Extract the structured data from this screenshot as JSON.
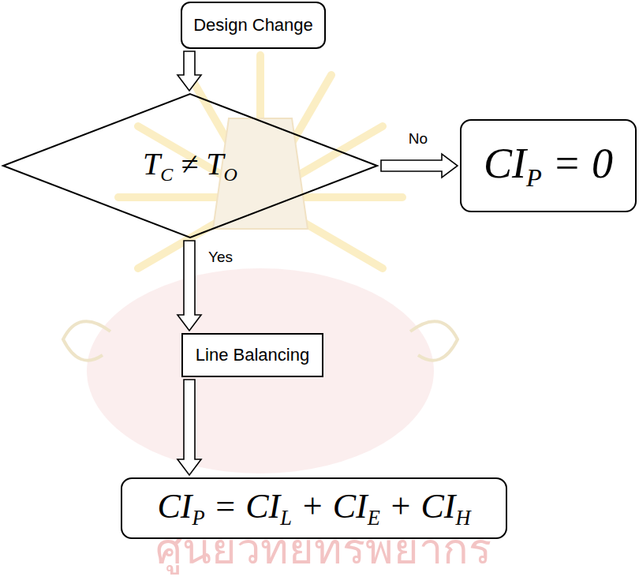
{
  "diagram": {
    "nodes": [
      {
        "text": [
          "Design Change"
        ]
      },
      {
        "text": [
          "TC ≠ TO"
        ]
      },
      {
        "text": [
          "CIP = 0"
        ]
      },
      {
        "text": [
          "Line Balancing"
        ]
      },
      {
        "text": [
          "CIP = CIL + CIE + CIH"
        ]
      }
    ],
    "edges": [
      {
        "from": 0,
        "to": 1,
        "arrow": "to"
      },
      {
        "from": 1,
        "to": 2,
        "label": "No",
        "arrow": "to"
      },
      {
        "from": 1,
        "to": 3,
        "label": "Yes",
        "arrow": "to"
      },
      {
        "from": 3,
        "to": 4,
        "arrow": "to"
      }
    ],
    "labels": [
      "ศูนย์วิทยทรัพยากร"
    ]
  }
}
